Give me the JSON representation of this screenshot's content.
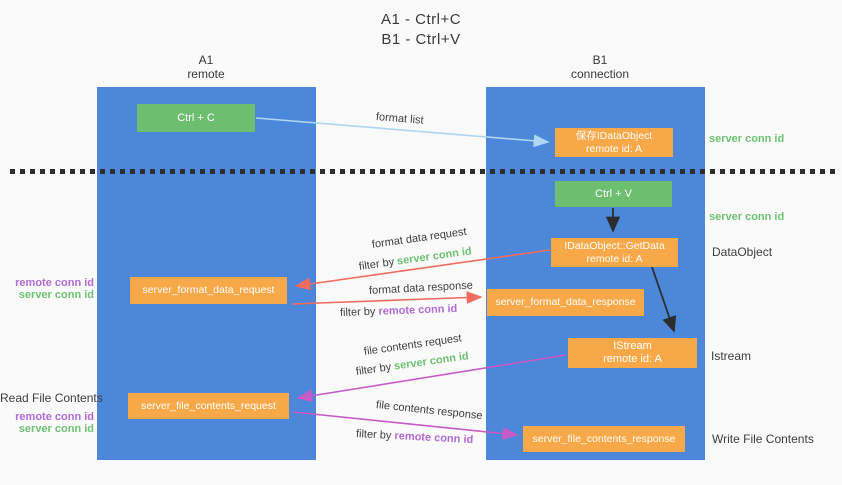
{
  "title": {
    "line1": "A1 - Ctrl+C",
    "line2": "B1 - Ctrl+V"
  },
  "columns": {
    "left": {
      "id": "A1",
      "subtitle": "remote"
    },
    "right": {
      "id": "B1",
      "subtitle": "connection"
    }
  },
  "boxes": {
    "ctrl_c": "Ctrl + C",
    "ctrl_v": "Ctrl + V",
    "save_idataobject": {
      "line1": "保存IDataObject",
      "line2": "remote id: A"
    },
    "getdata": {
      "line1": "IDataObject::GetData",
      "line2": "remote id: A"
    },
    "istream": {
      "line1": "IStream",
      "line2": "remote id: A"
    },
    "format_request": "server_format_data_request",
    "format_response": "server_format_data_response",
    "file_request": "server_file_contents_request",
    "file_response": "server_file_contents_response"
  },
  "arrow_labels": {
    "format_list": "format list",
    "format_data_request": "format data request",
    "format_data_request_filter": {
      "prefix": "filter by ",
      "highlight": "server conn id"
    },
    "format_data_response": "format data response",
    "format_data_response_filter": {
      "prefix": "filter by ",
      "highlight": "remote conn id"
    },
    "file_contents_request": "file contents request",
    "file_contents_request_filter": {
      "prefix": "filter by ",
      "highlight": "server conn id"
    },
    "file_contents_response": "file contents response",
    "file_contents_response_filter": {
      "prefix": "filter by ",
      "highlight": "remote conn id"
    }
  },
  "side_right": {
    "server_conn_id_top": "server conn id",
    "server_conn_id_mid": "server conn id",
    "dataobject": "DataObject",
    "istream": "Istream",
    "write_file_contents": "Write File Contents"
  },
  "side_left": {
    "remote_conn_id_top": "remote conn id",
    "server_conn_id_top": "server conn id",
    "read_file_contents": "Read File Contents",
    "remote_conn_id_bottom": "remote conn id",
    "server_conn_id_bottom": "server conn id"
  },
  "colors": {
    "panel_blue": "#4d87d9",
    "green_box": "#6dbe6f",
    "orange_box": "#f7a848",
    "green_text": "#6dc271",
    "purple_text": "#b36ad4",
    "salmon_arrow": "#f16c5f",
    "magenta_arrow": "#c75bc7",
    "lightblue_arrow": "#aed7f2",
    "black_arrow": "#2d2d2d"
  }
}
